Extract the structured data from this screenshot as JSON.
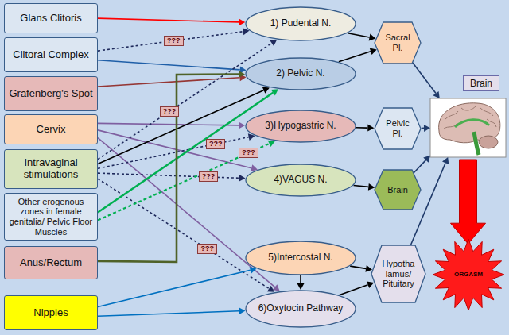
{
  "diagram": {
    "nodes": [
      {
        "text": [
          "Glans Clitoris"
        ]
      },
      {
        "text": [
          "Clitoral Complex"
        ]
      },
      {
        "text": [
          "Grafenberg's Spot"
        ]
      },
      {
        "text": [
          "Cervix"
        ]
      },
      {
        "text": [
          "Intravaginal stimulations"
        ]
      },
      {
        "text": [
          "Other erogenous zones in female genitalia/ Pelvic Floor Muscles"
        ]
      },
      {
        "text": [
          "Anus/Rectum"
        ]
      },
      {
        "text": [
          "Nipples"
        ]
      },
      {
        "text": [
          "1) Pudental N."
        ]
      },
      {
        "text": [
          "2) Pelvic N."
        ]
      },
      {
        "text": [
          "3)Hypogastric N."
        ]
      },
      {
        "text": [
          "4)VAGUS N."
        ]
      },
      {
        "text": [
          "5)Intercostal N."
        ]
      },
      {
        "text": [
          "6)Oxytocin Pathway"
        ]
      },
      {
        "text": [
          "Sacral Pl."
        ]
      },
      {
        "text": [
          "Pelvic Pl."
        ]
      },
      {
        "text": [
          "Brain"
        ]
      },
      {
        "text": [
          "Hypotha lamus/ Pituitary"
        ]
      },
      {
        "text": [
          "Brain"
        ]
      },
      {
        "text": [
          "ORGASM"
        ]
      }
    ],
    "edges": [
      {
        "from": 0,
        "to": 8,
        "arrow": "to"
      },
      {
        "from": 1,
        "to": 8,
        "label": "???",
        "arrow": "to"
      },
      {
        "from": 1,
        "to": 9,
        "arrow": "to"
      },
      {
        "from": 2,
        "to": 9,
        "arrow": "to"
      },
      {
        "from": 3,
        "to": 10,
        "arrow": "to"
      },
      {
        "from": 3,
        "to": 11,
        "arrow": "to"
      },
      {
        "from": 3,
        "to": 13,
        "arrow": "to"
      },
      {
        "from": 4,
        "to": 8,
        "label": "???",
        "arrow": "to"
      },
      {
        "from": 4,
        "to": 9,
        "arrow": "to"
      },
      {
        "from": 4,
        "to": 10,
        "label": "???",
        "arrow": "to"
      },
      {
        "from": 4,
        "to": 11,
        "label": "???",
        "arrow": "to"
      },
      {
        "from": 4,
        "to": 13,
        "label": "???",
        "arrow": "to"
      },
      {
        "from": 5,
        "to": 9,
        "arrow": "to"
      },
      {
        "from": 5,
        "to": 10,
        "label": "???",
        "arrow": "to"
      },
      {
        "from": 6,
        "to": 9,
        "arrow": "to"
      },
      {
        "from": 7,
        "to": 12,
        "arrow": "to"
      },
      {
        "from": 7,
        "to": 13,
        "arrow": "to"
      },
      {
        "from": 8,
        "to": 14,
        "arrow": "to"
      },
      {
        "from": 9,
        "to": 14,
        "arrow": "to"
      },
      {
        "from": 10,
        "to": 15,
        "arrow": "to"
      },
      {
        "from": 11,
        "to": 16,
        "arrow": "to"
      },
      {
        "from": 12,
        "to": 17,
        "arrow": "to"
      },
      {
        "from": 12,
        "to": 13,
        "arrow": "to"
      },
      {
        "from": 13,
        "to": 17,
        "arrow": "to"
      },
      {
        "from": 14,
        "to": 18,
        "arrow": "to"
      },
      {
        "from": 15,
        "to": 18,
        "arrow": "to"
      },
      {
        "from": 16,
        "to": 18,
        "arrow": "to"
      },
      {
        "from": 17,
        "to": 18,
        "arrow": "to"
      },
      {
        "from": 18,
        "to": 19,
        "arrow": "to"
      }
    ]
  }
}
